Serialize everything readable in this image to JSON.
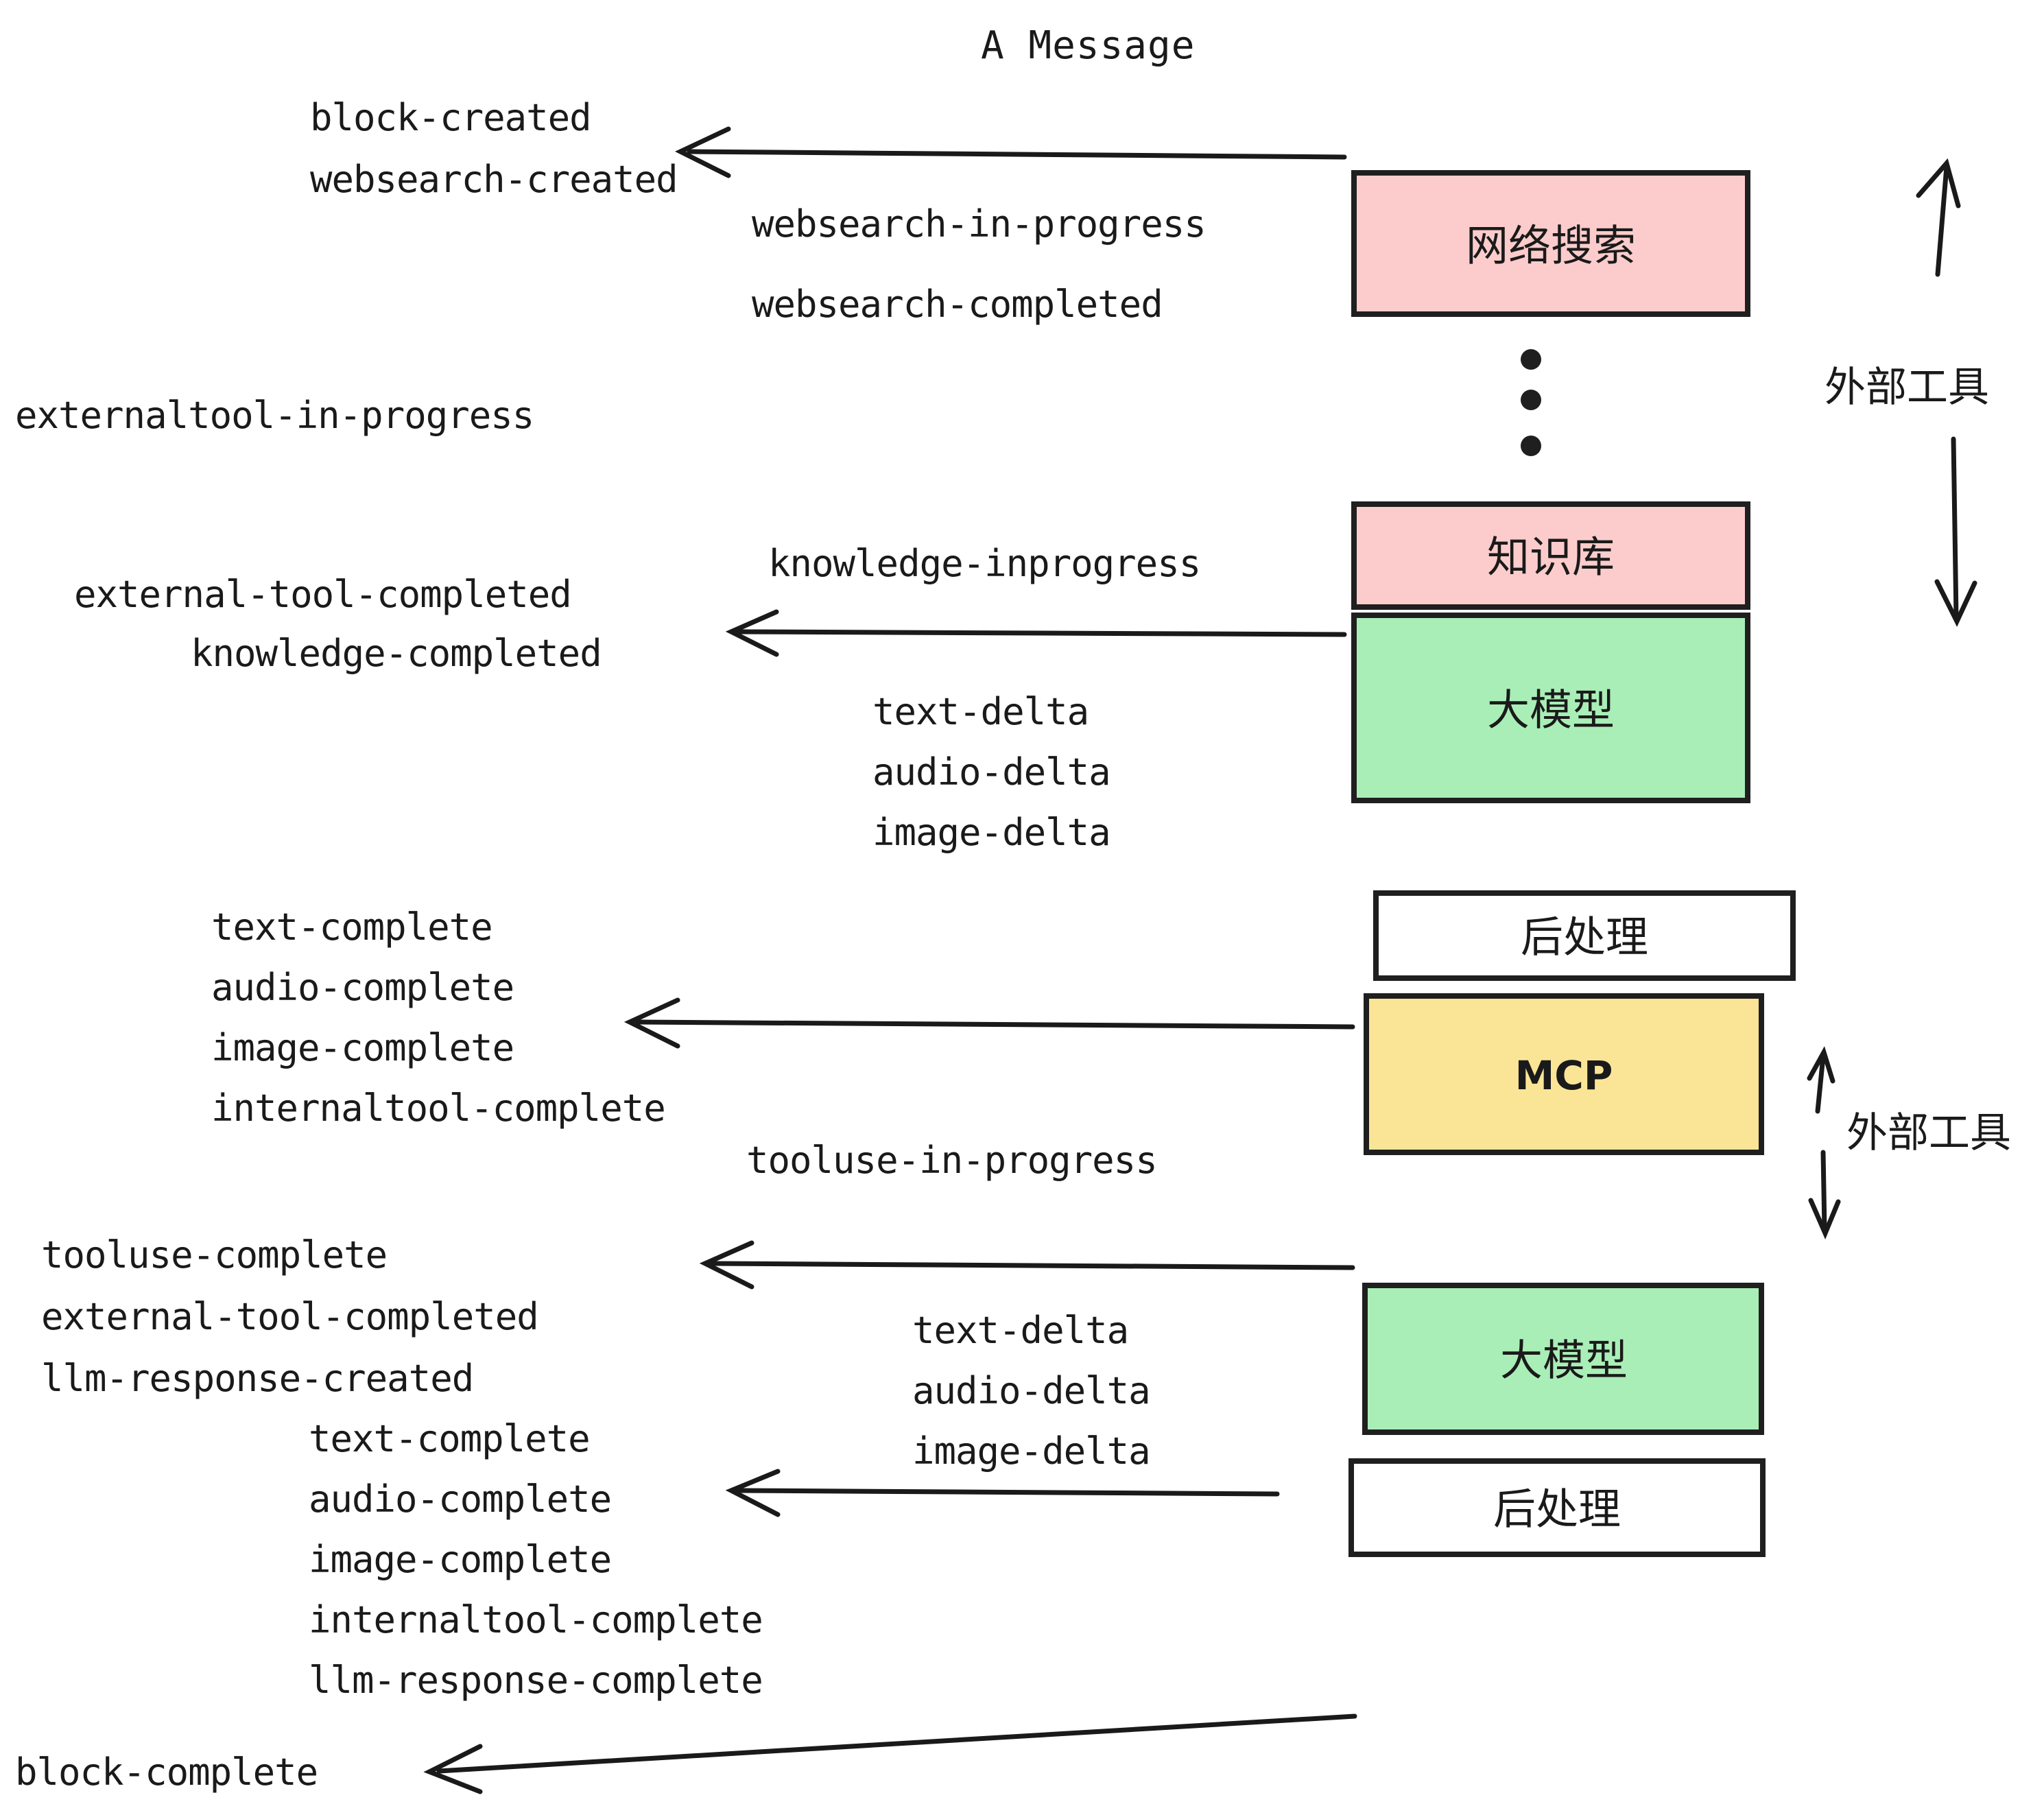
{
  "title": "A Message",
  "colors": {
    "pink": "#fccccc",
    "green": "#a9eeb7",
    "yellow": "#fae596",
    "white": "#ffffff",
    "stroke": "#1f1f1f",
    "text": "#1a1a1a"
  },
  "boxes": [
    {
      "id": "websearch",
      "label": "网络搜索",
      "fill": "pink",
      "kind": "cjk"
    },
    {
      "id": "knowledge",
      "label": "知识库",
      "fill": "pink",
      "kind": "cjk"
    },
    {
      "id": "llm-1",
      "label": "大模型",
      "fill": "green",
      "kind": "cjk"
    },
    {
      "id": "postprocess-1",
      "label": "后处理",
      "fill": "white",
      "kind": "cjk"
    },
    {
      "id": "mcp",
      "label": "MCP",
      "fill": "yellow",
      "kind": "latin"
    },
    {
      "id": "llm-2",
      "label": "大模型",
      "fill": "green",
      "kind": "cjk"
    },
    {
      "id": "postprocess-2",
      "label": "后处理",
      "fill": "white",
      "kind": "cjk"
    }
  ],
  "side_brackets": [
    {
      "id": "external-tools-top",
      "label": "外部工具"
    },
    {
      "id": "external-tools-bottom",
      "label": "外部工具"
    }
  ],
  "events": [
    {
      "id": "block-created",
      "text": "block-created"
    },
    {
      "id": "websearch-created",
      "text": "websearch-created"
    },
    {
      "id": "websearch-in-progress",
      "text": "websearch-in-progress"
    },
    {
      "id": "websearch-completed",
      "text": "websearch-completed"
    },
    {
      "id": "externaltool-in-progress",
      "text": "externaltool-in-progress"
    },
    {
      "id": "knowledge-inprogress",
      "text": "knowledge-inprogress"
    },
    {
      "id": "external-tool-completed-1",
      "text": "external-tool-completed"
    },
    {
      "id": "knowledge-completed",
      "text": "knowledge-completed"
    },
    {
      "id": "text-delta-1",
      "text": "text-delta"
    },
    {
      "id": "audio-delta-1",
      "text": "audio-delta"
    },
    {
      "id": "image-delta-1",
      "text": "image-delta"
    },
    {
      "id": "text-complete-1",
      "text": "text-complete"
    },
    {
      "id": "audio-complete-1",
      "text": "audio-complete"
    },
    {
      "id": "image-complete-1",
      "text": "image-complete"
    },
    {
      "id": "internaltool-complete-1",
      "text": "internaltool-complete"
    },
    {
      "id": "tooluse-in-progress",
      "text": "tooluse-in-progress"
    },
    {
      "id": "tooluse-complete",
      "text": "tooluse-complete"
    },
    {
      "id": "external-tool-completed-2",
      "text": "external-tool-completed"
    },
    {
      "id": "llm-response-created",
      "text": "llm-response-created"
    },
    {
      "id": "text-delta-2",
      "text": "text-delta"
    },
    {
      "id": "audio-delta-2",
      "text": "audio-delta"
    },
    {
      "id": "image-delta-2",
      "text": "image-delta"
    },
    {
      "id": "text-complete-2",
      "text": "text-complete"
    },
    {
      "id": "audio-complete-2",
      "text": "audio-complete"
    },
    {
      "id": "image-complete-2",
      "text": "image-complete"
    },
    {
      "id": "internaltool-complete-2",
      "text": "internaltool-complete"
    },
    {
      "id": "llm-response-complete",
      "text": "llm-response-complete"
    },
    {
      "id": "block-complete",
      "text": "block-complete"
    }
  ]
}
